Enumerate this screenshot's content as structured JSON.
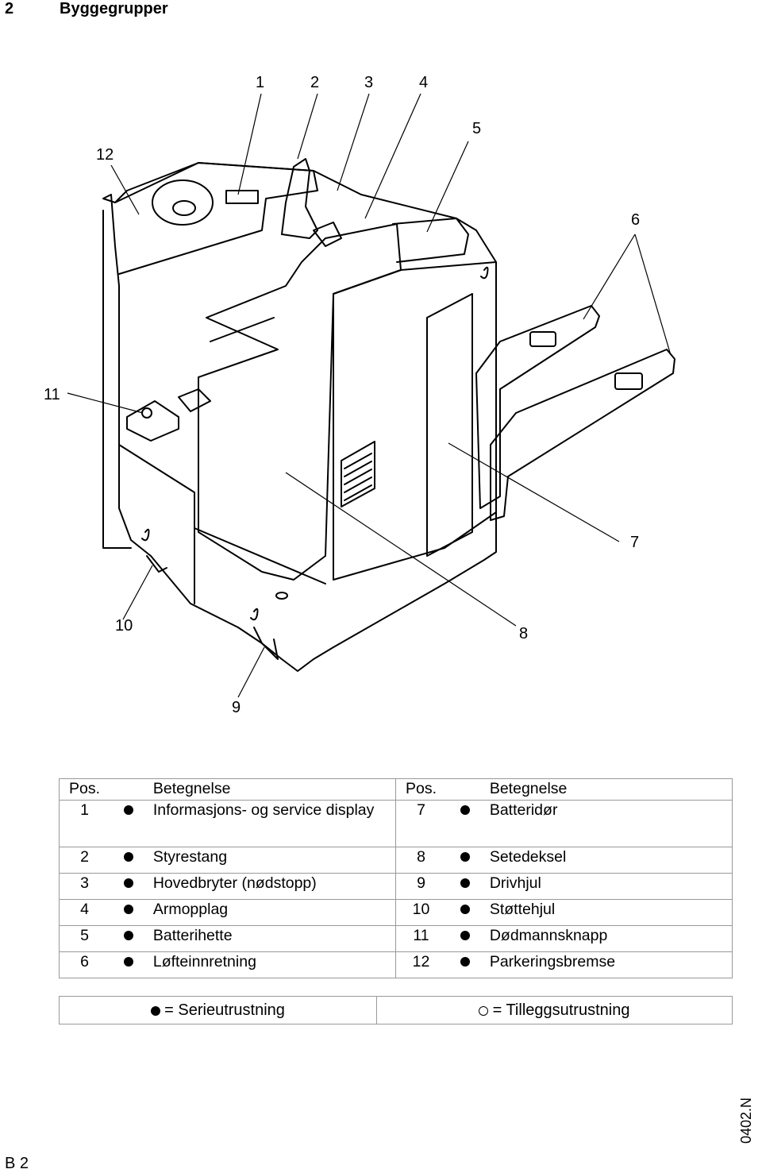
{
  "header": {
    "section_number": "2",
    "title": "Byggegrupper"
  },
  "callouts": [
    "1",
    "2",
    "3",
    "4",
    "5",
    "6",
    "7",
    "8",
    "9",
    "10",
    "11",
    "12"
  ],
  "table": {
    "headers": {
      "pos": "Pos.",
      "name": "Betegnelse"
    },
    "rows": [
      {
        "left": {
          "pos": "1",
          "name": "Informasjons- og service display"
        },
        "right": {
          "pos": "7",
          "name": "Batteridør"
        }
      },
      {
        "left": {
          "pos": "2",
          "name": "Styrestang"
        },
        "right": {
          "pos": "8",
          "name": "Setedeksel"
        }
      },
      {
        "left": {
          "pos": "3",
          "name": "Hovedbryter (nødstopp)"
        },
        "right": {
          "pos": "9",
          "name": "Drivhjul"
        }
      },
      {
        "left": {
          "pos": "4",
          "name": "Armopplag"
        },
        "right": {
          "pos": "10",
          "name": "Støttehjul"
        }
      },
      {
        "left": {
          "pos": "5",
          "name": "Batterihette"
        },
        "right": {
          "pos": "11",
          "name": "Dødmannsknapp"
        }
      },
      {
        "left": {
          "pos": "6",
          "name": "Løfteinnretning"
        },
        "right": {
          "pos": "12",
          "name": "Parkeringsbremse"
        }
      }
    ]
  },
  "legend": {
    "standard": "= Serieutrustning",
    "optional": "= Tilleggsutrustning"
  },
  "footer": {
    "page": "B 2",
    "doc_code": "0402.N"
  }
}
